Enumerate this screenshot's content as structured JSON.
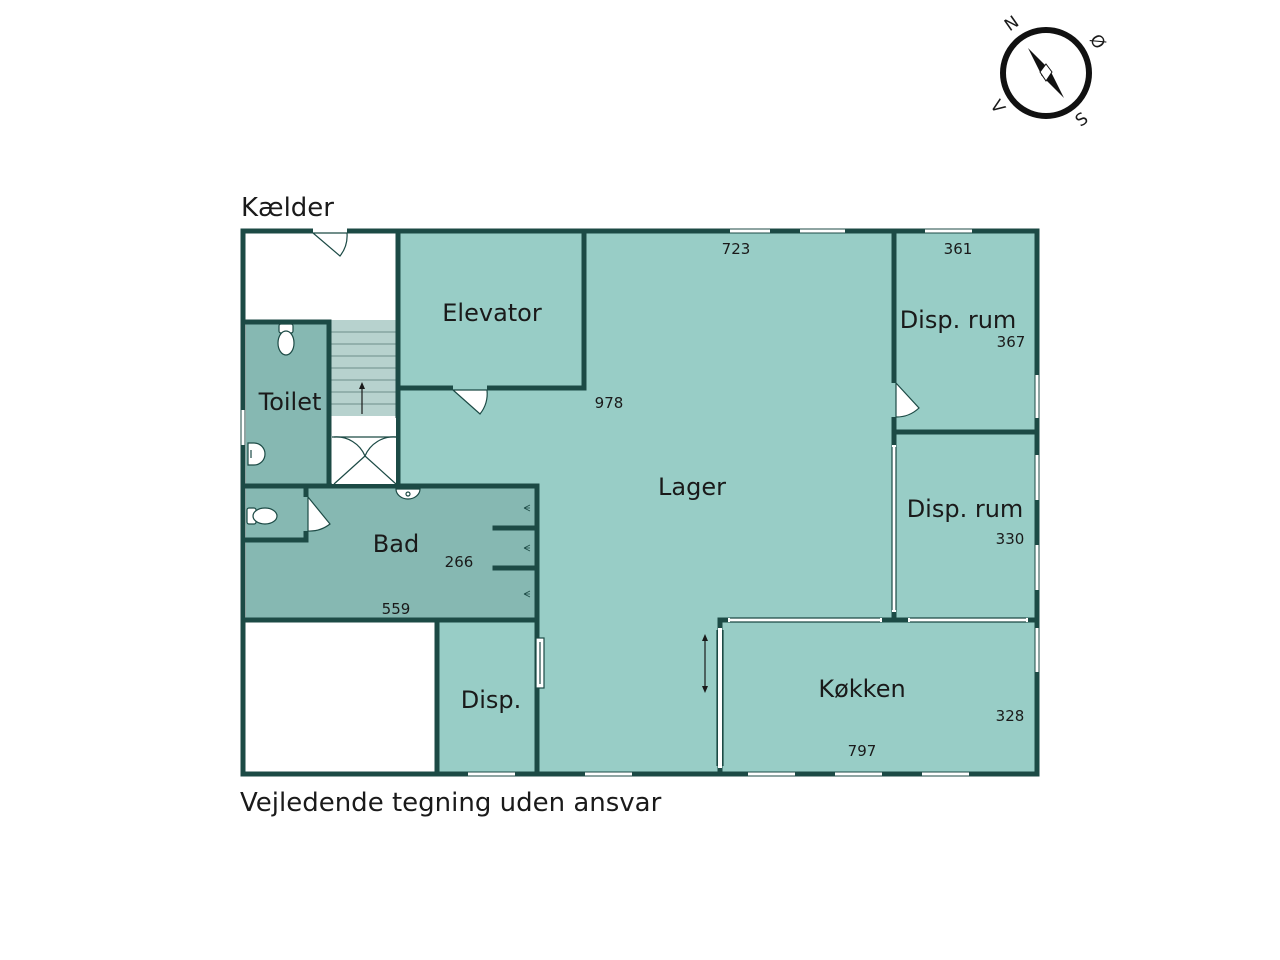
{
  "header": {
    "floor_label": "Kælder"
  },
  "footer": {
    "disclaimer": "Vejledende tegning uden ansvar"
  },
  "compass": {
    "north": "N",
    "east": "Ø",
    "south": "S",
    "west": "V"
  },
  "rooms": {
    "elevator": {
      "label": "Elevator"
    },
    "toilet": {
      "label": "Toilet"
    },
    "bad": {
      "label": "Bad",
      "dim_width": "559",
      "dim_depth": "266"
    },
    "lager": {
      "label": "Lager",
      "dim_width": "723",
      "dim_depth": "978"
    },
    "disp_rum_1": {
      "label": "Disp. rum",
      "dim_width": "361",
      "dim_depth": "367"
    },
    "disp_rum_2": {
      "label": "Disp. rum",
      "dim_depth": "330"
    },
    "disp": {
      "label": "Disp."
    },
    "kokken": {
      "label": "Køkken",
      "dim_width": "797",
      "dim_depth": "328"
    }
  },
  "colors": {
    "wall": "#1c4a45",
    "room_fill": "#98cdc6",
    "wet_room_fill": "#86b8b2",
    "stair_fill": "#b7d2ce",
    "background": "#ffffff"
  }
}
